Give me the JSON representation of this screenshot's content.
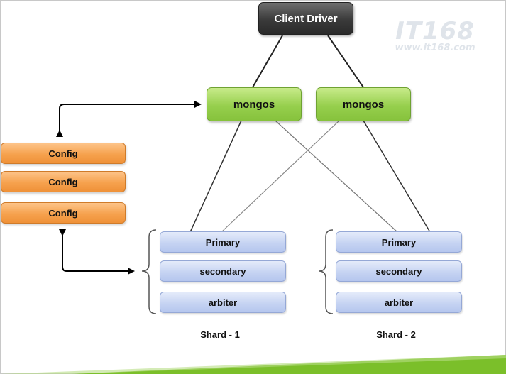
{
  "diagram": {
    "client_driver": "Client Driver",
    "routers": [
      "mongos",
      "mongos"
    ],
    "config_servers": [
      "Config",
      "Config",
      "Config"
    ],
    "shards": [
      {
        "label": "Shard - 1",
        "members": [
          "Primary",
          "secondary",
          "arbiter"
        ]
      },
      {
        "label": "Shard - 2",
        "members": [
          "Primary",
          "secondary",
          "arbiter"
        ]
      }
    ]
  },
  "watermark": {
    "main": "IT168",
    "sub": "www.it168.com"
  },
  "colors": {
    "driver": "#3a3a3a",
    "mongos": "#96cf4d",
    "config": "#f6a24e",
    "member": "#c4d2f2",
    "accent_stripe": "#7bbf2a"
  }
}
